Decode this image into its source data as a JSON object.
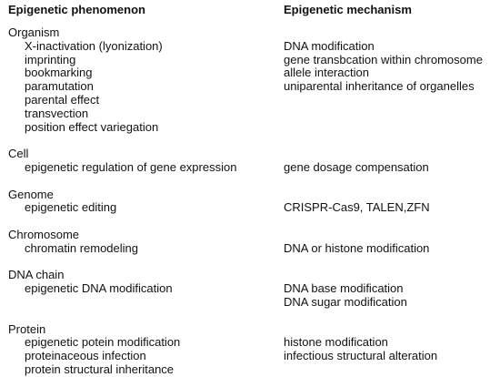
{
  "headers": {
    "phenomenon": "Epigenetic phenomenon",
    "mechanism": "Epigenetic mechanism"
  },
  "groups": [
    {
      "title": "Organism",
      "rows": [
        {
          "phenomenon": "X-inactivation (lyonization)",
          "mechanism": "DNA modification"
        },
        {
          "phenomenon": "imprinting",
          "mechanism": "gene transbcation within chromosome"
        },
        {
          "phenomenon": "bookmarking",
          "mechanism": "allele interaction"
        },
        {
          "phenomenon": "paramutation",
          "mechanism": "uniparental inheritance of organelles"
        },
        {
          "phenomenon": "parental effect",
          "mechanism": ""
        },
        {
          "phenomenon": "transvection",
          "mechanism": ""
        },
        {
          "phenomenon": "position effect variegation",
          "mechanism": ""
        }
      ]
    },
    {
      "title": "Cell",
      "rows": [
        {
          "phenomenon": "epigenetic regulation of gene expression",
          "mechanism": "gene dosage compensation"
        }
      ]
    },
    {
      "title": "Genome",
      "rows": [
        {
          "phenomenon": "epigenetic editing",
          "mechanism": "CRISPR-Cas9, TALEN,ZFN"
        }
      ]
    },
    {
      "title": "Chromosome",
      "rows": [
        {
          "phenomenon": "chromatin remodeling",
          "mechanism": "DNA or histone modification"
        }
      ]
    },
    {
      "title": "DNA chain",
      "rows": [
        {
          "phenomenon": "epigenetic DNA modification",
          "mechanism": "DNA base modification"
        },
        {
          "phenomenon": "",
          "mechanism": "DNA sugar modification"
        }
      ]
    },
    {
      "title": "Protein",
      "rows": [
        {
          "phenomenon": "epigenetic potein modification",
          "mechanism": "histone modification"
        },
        {
          "phenomenon": "proteinaceous infection",
          "mechanism": "infectious structural alteration"
        },
        {
          "phenomenon": "protein structural inheritance",
          "mechanism": ""
        }
      ]
    }
  ]
}
